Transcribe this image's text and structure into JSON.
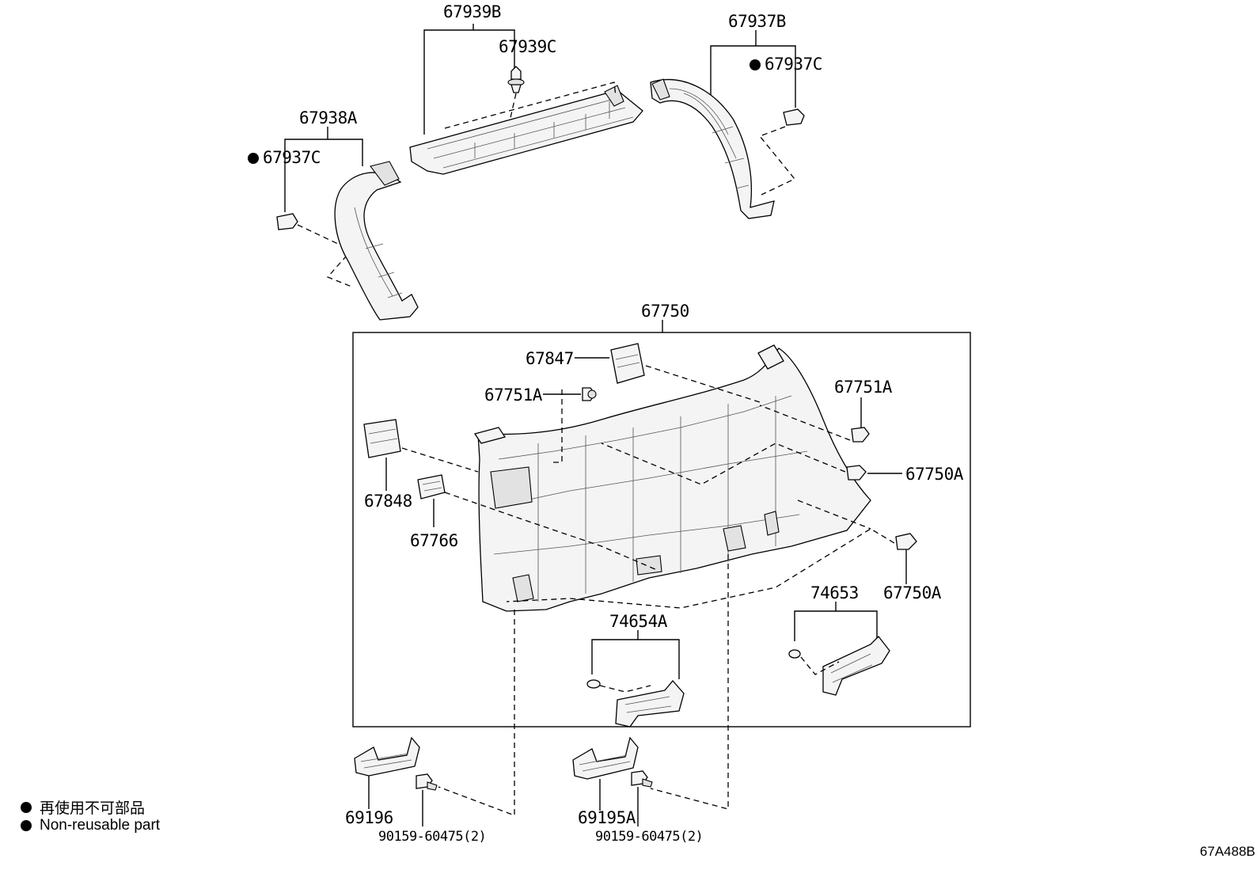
{
  "parts": {
    "p67939B": "67939B",
    "p67939C": "67939C",
    "p67937B": "67937B",
    "p67937C_right": "67937C",
    "p67938A": "67938A",
    "p67937C_left": "67937C",
    "p67750": "67750",
    "p67847": "67847",
    "p67751A_left": "67751A",
    "p67751A_right": "67751A",
    "p67750A_upper": "67750A",
    "p67750A_lower": "67750A",
    "p67848": "67848",
    "p67766": "67766",
    "p74653": "74653",
    "p74654A": "74654A",
    "p69196": "69196",
    "p69195A": "69195A",
    "p90159_left": "90159-60475(2)",
    "p90159_right": "90159-60475(2)"
  },
  "legend": {
    "line1": "再使用不可部品",
    "line2": "Non-reusable part"
  },
  "reference_code": "67A488B"
}
